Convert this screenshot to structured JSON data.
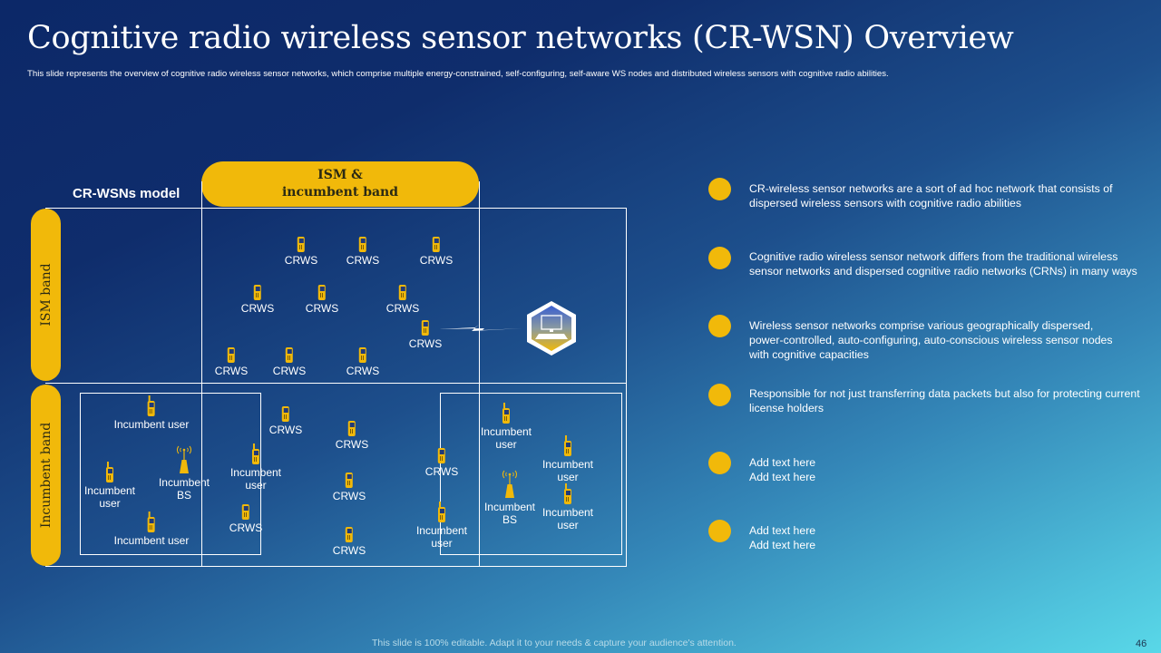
{
  "title": "Cognitive radio wireless sensor networks (CR-WSN) Overview",
  "subtitle": "This slide represents the overview of cognitive radio wireless sensor networks, which comprise multiple energy-constrained, self-configuring, self-aware WS nodes and distributed wireless sensors with cognitive radio abilities.",
  "diagram": {
    "model_label": "CR-WSNs model",
    "top_band": {
      "line1": "ISM &",
      "line2": "incumbent band"
    },
    "side_bands": [
      "ISM band",
      "Incumbent band"
    ],
    "crws_label": "CRWS",
    "incumbent_user_label": "Incumbent user",
    "incumbent_user_l1": "Incumbent",
    "incumbent_user_l2": "user",
    "incumbent_bs_l1": "Incumbent",
    "incumbent_bs_l2": "BS",
    "base_station_icon": "computer-hexagon-icon",
    "link_icon": "lightning-link-icon",
    "node_icons": {
      "crws": "sensor-device-icon",
      "user": "mobile-phone-icon",
      "bs": "antenna-tower-icon"
    }
  },
  "bullets": [
    {
      "text": "CR-wireless sensor networks are a sort of ad hoc network that consists of dispersed wireless sensors with cognitive radio abilities"
    },
    {
      "text": "Cognitive radio wireless sensor network differs from the traditional wireless sensor networks and dispersed cognitive radio networks (CRNs) in many ways"
    },
    {
      "text": "Wireless sensor networks comprise various geographically dispersed, power-controlled, auto-configuring, auto-conscious wireless sensor nodes with cognitive capacities"
    },
    {
      "text": "Responsible for not just transferring data packets but also for protecting current license holders"
    },
    {
      "line1": "Add text here",
      "line2": "Add text here"
    },
    {
      "line1": "Add text here",
      "line2": "Add text here"
    }
  ],
  "colors": {
    "accent": "#f1b90a",
    "background_start": "#0c2868",
    "background_end": "#59d8e8"
  },
  "footer": "This slide is 100% editable. Adapt it to your needs & capture your audience's attention.",
  "page_number": "46"
}
